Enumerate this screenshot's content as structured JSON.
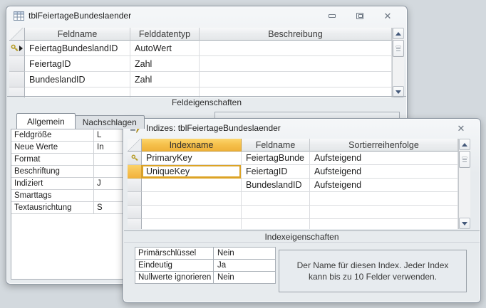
{
  "colors": {
    "accent_gold": "#F2BC42",
    "selection_border": "#DCA325",
    "chrome_border": "#8F99A4",
    "desktop_background": "#D3D9DE"
  },
  "design_window": {
    "title": "tblFeiertageBundeslaender",
    "grid": {
      "columns": [
        "Feldname",
        "Felddatentyp",
        "Beschreibung"
      ],
      "rows": [
        {
          "field": "FeiertagBundeslandID",
          "type": "AutoWert",
          "desc": ""
        },
        {
          "field": "FeiertagID",
          "type": "Zahl",
          "desc": ""
        },
        {
          "field": "BundeslandID",
          "type": "Zahl",
          "desc": ""
        }
      ]
    },
    "section_label": "Feldeigenschaften",
    "tabs": [
      {
        "label": "Allgemein"
      },
      {
        "label": "Nachschlagen"
      }
    ],
    "properties": [
      {
        "label": "Feldgröße",
        "value": "L"
      },
      {
        "label": "Neue Werte",
        "value": "In"
      },
      {
        "label": "Format",
        "value": ""
      },
      {
        "label": "Beschriftung",
        "value": ""
      },
      {
        "label": "Indiziert",
        "value": "J"
      },
      {
        "label": "Smarttags",
        "value": ""
      },
      {
        "label": "Textausrichtung",
        "value": "S"
      }
    ]
  },
  "indexes_window": {
    "title": "Indizes: tblFeiertageBundeslaender",
    "grid": {
      "columns": [
        "Indexname",
        "Feldname",
        "Sortierreihenfolge"
      ],
      "rows": [
        {
          "index": "PrimaryKey",
          "field": "FeiertagBunde",
          "order": "Aufsteigend"
        },
        {
          "index": "UniqueKey",
          "field": "FeiertagID",
          "order": "Aufsteigend"
        },
        {
          "index": "",
          "field": "BundeslandID",
          "order": "Aufsteigend"
        }
      ]
    },
    "section_label": "Indexeigenschaften",
    "properties": [
      {
        "label": "Primärschlüssel",
        "value": "Nein"
      },
      {
        "label": "Eindeutig",
        "value": "Ja"
      },
      {
        "label": "Nullwerte ignorieren",
        "value": "Nein"
      }
    ],
    "help_text": "Der Name für diesen Index. Jeder Index kann bis zu 10 Felder verwenden."
  }
}
